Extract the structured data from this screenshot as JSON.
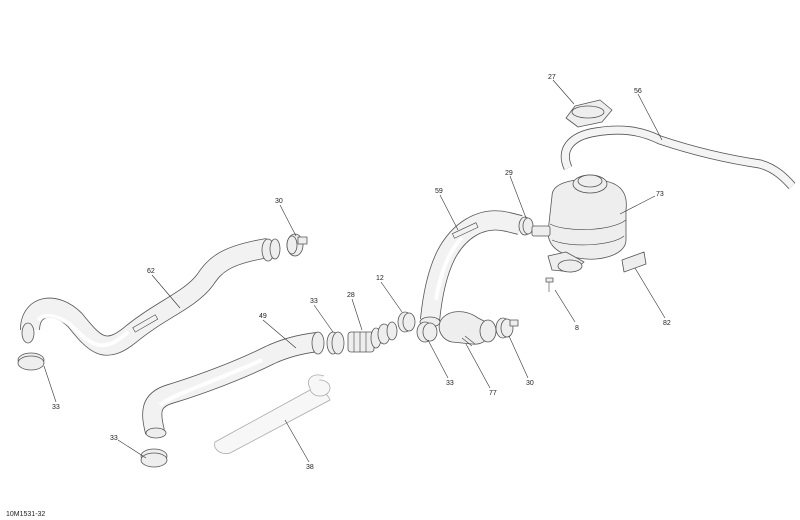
{
  "drawing": {
    "reference_code": "10M1531-32"
  },
  "callouts": [
    {
      "id": "c27",
      "text": "27"
    },
    {
      "id": "c56",
      "text": "56"
    },
    {
      "id": "c29",
      "text": "29"
    },
    {
      "id": "c73",
      "text": "73"
    },
    {
      "id": "c59",
      "text": "59"
    },
    {
      "id": "c30a",
      "text": "30"
    },
    {
      "id": "c62",
      "text": "62"
    },
    {
      "id": "c12",
      "text": "12"
    },
    {
      "id": "c33a",
      "text": "33"
    },
    {
      "id": "c28",
      "text": "28"
    },
    {
      "id": "c49",
      "text": "49"
    },
    {
      "id": "c8",
      "text": "8"
    },
    {
      "id": "c82",
      "text": "82"
    },
    {
      "id": "c33b",
      "text": "33"
    },
    {
      "id": "c33c",
      "text": "33"
    },
    {
      "id": "c77",
      "text": "77"
    },
    {
      "id": "c30b",
      "text": "30"
    },
    {
      "id": "c33d",
      "text": "33"
    },
    {
      "id": "c38",
      "text": "38"
    }
  ]
}
